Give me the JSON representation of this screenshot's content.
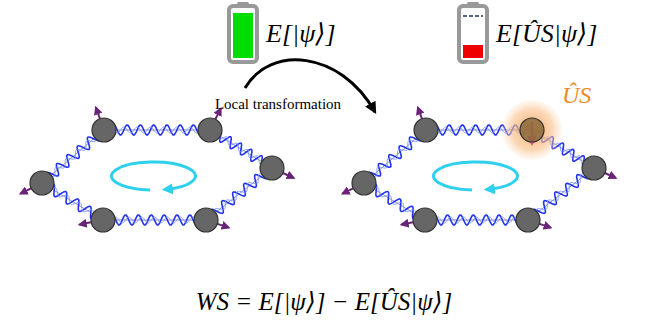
{
  "diagram": {
    "labels": [
      "E[|ψ⟩]",
      "E[ÛS|ψ⟩]",
      "Local transformation",
      "ÛS",
      "WS = E[|ψ⟩] − E[ÛS|ψ⟩]"
    ]
  }
}
